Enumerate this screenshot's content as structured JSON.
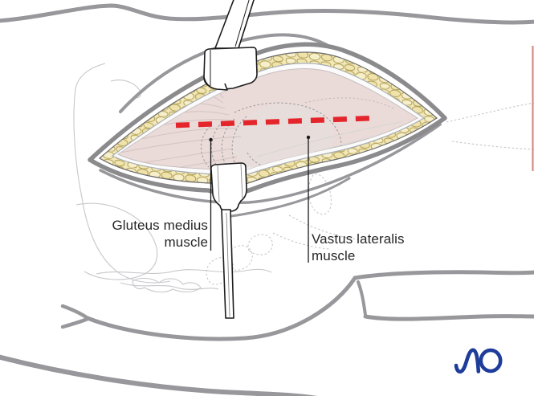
{
  "figure": {
    "description": "Lateral surgical exposure of the hip with two retractors, fatty tissue wound edge, red dashed incision line over the muscle layer",
    "labels": {
      "gluteus": {
        "line1": "Gluteus medius",
        "line2": "muscle"
      },
      "vastus": {
        "line1": "Vastus lateralis",
        "line2": "muscle"
      }
    },
    "incision_line": {
      "style": "dashed",
      "color": "#e4252b"
    },
    "logo": {
      "text": "AO",
      "color": "#1e3d9b"
    },
    "palette": {
      "outline_gray": "#98989c",
      "skin_edge_gray": "#8b8b8e",
      "fat_yellow": "#f3e8ba",
      "fat_stroke": "#b2a055",
      "muscle_pink": "#eadbd9",
      "vastus_white": "#ececea",
      "edge_marker_red": "#d2837b",
      "sketch_gray": "#c7c7cb"
    }
  }
}
